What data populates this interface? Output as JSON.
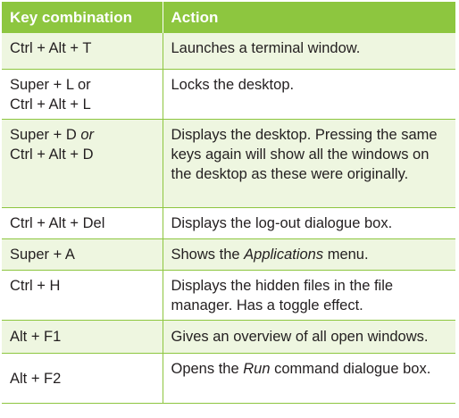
{
  "headers": {
    "key": "Key combination",
    "action": "Action"
  },
  "rows": [
    {
      "key_a": "Ctrl + Alt + T",
      "action_a": "Launches a terminal window."
    },
    {
      "key_a": "Super + L or",
      "key_b": "Ctrl + Alt + L",
      "action_a": "Locks the desktop."
    },
    {
      "key_a": "Super + D ",
      "key_or": "or",
      "key_b": "Ctrl + Alt + D",
      "action_a": "Displays the desktop. Pressing the same keys again will show all the windows on the desktop as these were originally."
    },
    {
      "key_a": "Ctrl + Alt + Del",
      "action_a": "Displays the log-out dialogue box."
    },
    {
      "key_a": "Super + A",
      "action_pre": "Shows the ",
      "action_em": "Applications",
      "action_post": " menu."
    },
    {
      "key_a": "Ctrl + H",
      "action_a": "Displays the hidden files in the file manager. Has a toggle effect."
    },
    {
      "key_a": "Alt + F1",
      "action_a": "Gives an overview of all open windows."
    },
    {
      "key_a": "Alt + F2",
      "action_pre": "Opens the ",
      "action_em": "Run",
      "action_post": " command dialogue box."
    }
  ]
}
